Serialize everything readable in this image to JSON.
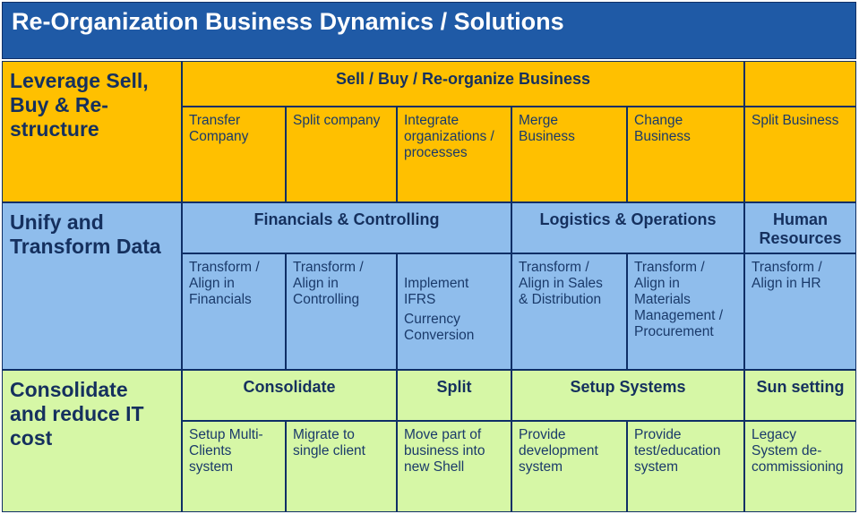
{
  "title": "Re-Organization Business Dynamics / Solutions",
  "colors": {
    "title_bar": "#1f5aa6",
    "row1": "#ffc000",
    "row2": "#8fbdec",
    "row3": "#d6f7a6",
    "text": "#15305e",
    "border": "#0f2f66"
  },
  "rows": [
    {
      "label": "Leverage Sell,\nBuy & Re-\nstructure",
      "headers": [
        "Sell   /  Buy  /   Re-organize     Business"
      ],
      "items": [
        "Transfer\nCompany",
        "Split company",
        "Integrate\norganizations /\nprocesses",
        "Merge\nBusiness",
        "Change\nBusiness",
        "Split Business"
      ]
    },
    {
      "label": "Unify and\nTransform Data",
      "headers": [
        "Financials & Controlling",
        "Logistics & Operations",
        "Human\nResources"
      ],
      "items": [
        "Transform /\nAlign in\nFinancials",
        "Transform /\nAlign in\nControlling",
        "Implement\nIFRS",
        "Transform /\nAlign in Sales\n& Distribution",
        "Transform /\nAlign in\nMaterials\nManagement /\nProcurement",
        "Transform /\nAlign in HR"
      ],
      "extra_item": "Currency\nConversion"
    },
    {
      "label": "Consolidate\nand reduce IT\ncost",
      "headers": [
        "Consolidate",
        "Split",
        "Setup Systems",
        "Sun setting"
      ],
      "items": [
        "Setup Multi-\nClients\nsystem",
        "Migrate to\nsingle client",
        "Move part of\nbusiness into\nnew Shell",
        "Provide\ndevelopment\nsystem",
        "Provide\ntest/education\nsystem",
        "Legacy\nSystem de-\ncommissioning"
      ]
    }
  ]
}
